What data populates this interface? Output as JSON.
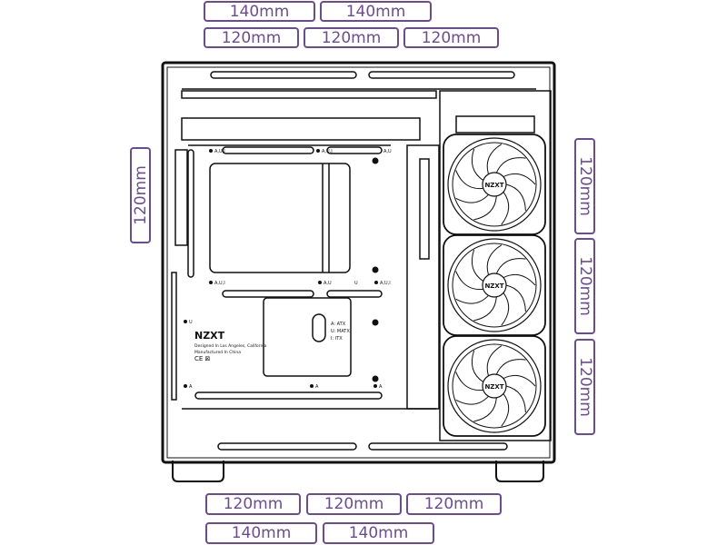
{
  "top": {
    "row1": [
      "140mm",
      "140mm"
    ],
    "row2": [
      "120mm",
      "120mm",
      "120mm"
    ]
  },
  "bottom": {
    "row1": [
      "120mm",
      "120mm",
      "120mm"
    ],
    "row2": [
      "140mm",
      "140mm"
    ]
  },
  "left": [
    "120mm"
  ],
  "right": [
    "120mm",
    "120mm",
    "120mm"
  ],
  "case": {
    "brand": "NZXT",
    "fan_brand": "NZXT",
    "designed_line1": "Designed In Los Angeles, California",
    "designed_line2": "Manufactured In China",
    "cert": "CE ⊠",
    "mount_legend": [
      "A: ATX",
      "U: MATX",
      "I: ITX"
    ],
    "standoff_labels": [
      "A,U,I",
      "A,U,I",
      "A,U",
      "A,U,I",
      "A,U",
      "U",
      "A,U,I",
      "U",
      "A",
      "A",
      "A"
    ]
  },
  "colors": {
    "accent": "#6a4c93",
    "line": "#111111"
  }
}
